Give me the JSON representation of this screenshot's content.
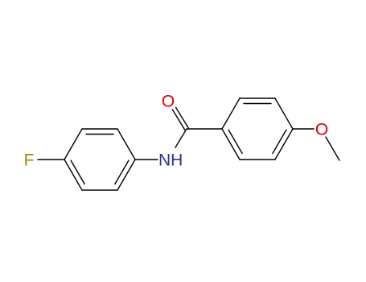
{
  "atoms": {
    "fluorine": {
      "label": "F",
      "color": "#9A8A00"
    },
    "amide_nitrogen": {
      "label": "NH",
      "color": "#30309A"
    },
    "carbonyl_oxygen": {
      "label": "O",
      "color": "#E00000"
    },
    "methoxy_oxygen": {
      "label": "O",
      "color": "#E00000"
    }
  },
  "bond_color": "#000000"
}
